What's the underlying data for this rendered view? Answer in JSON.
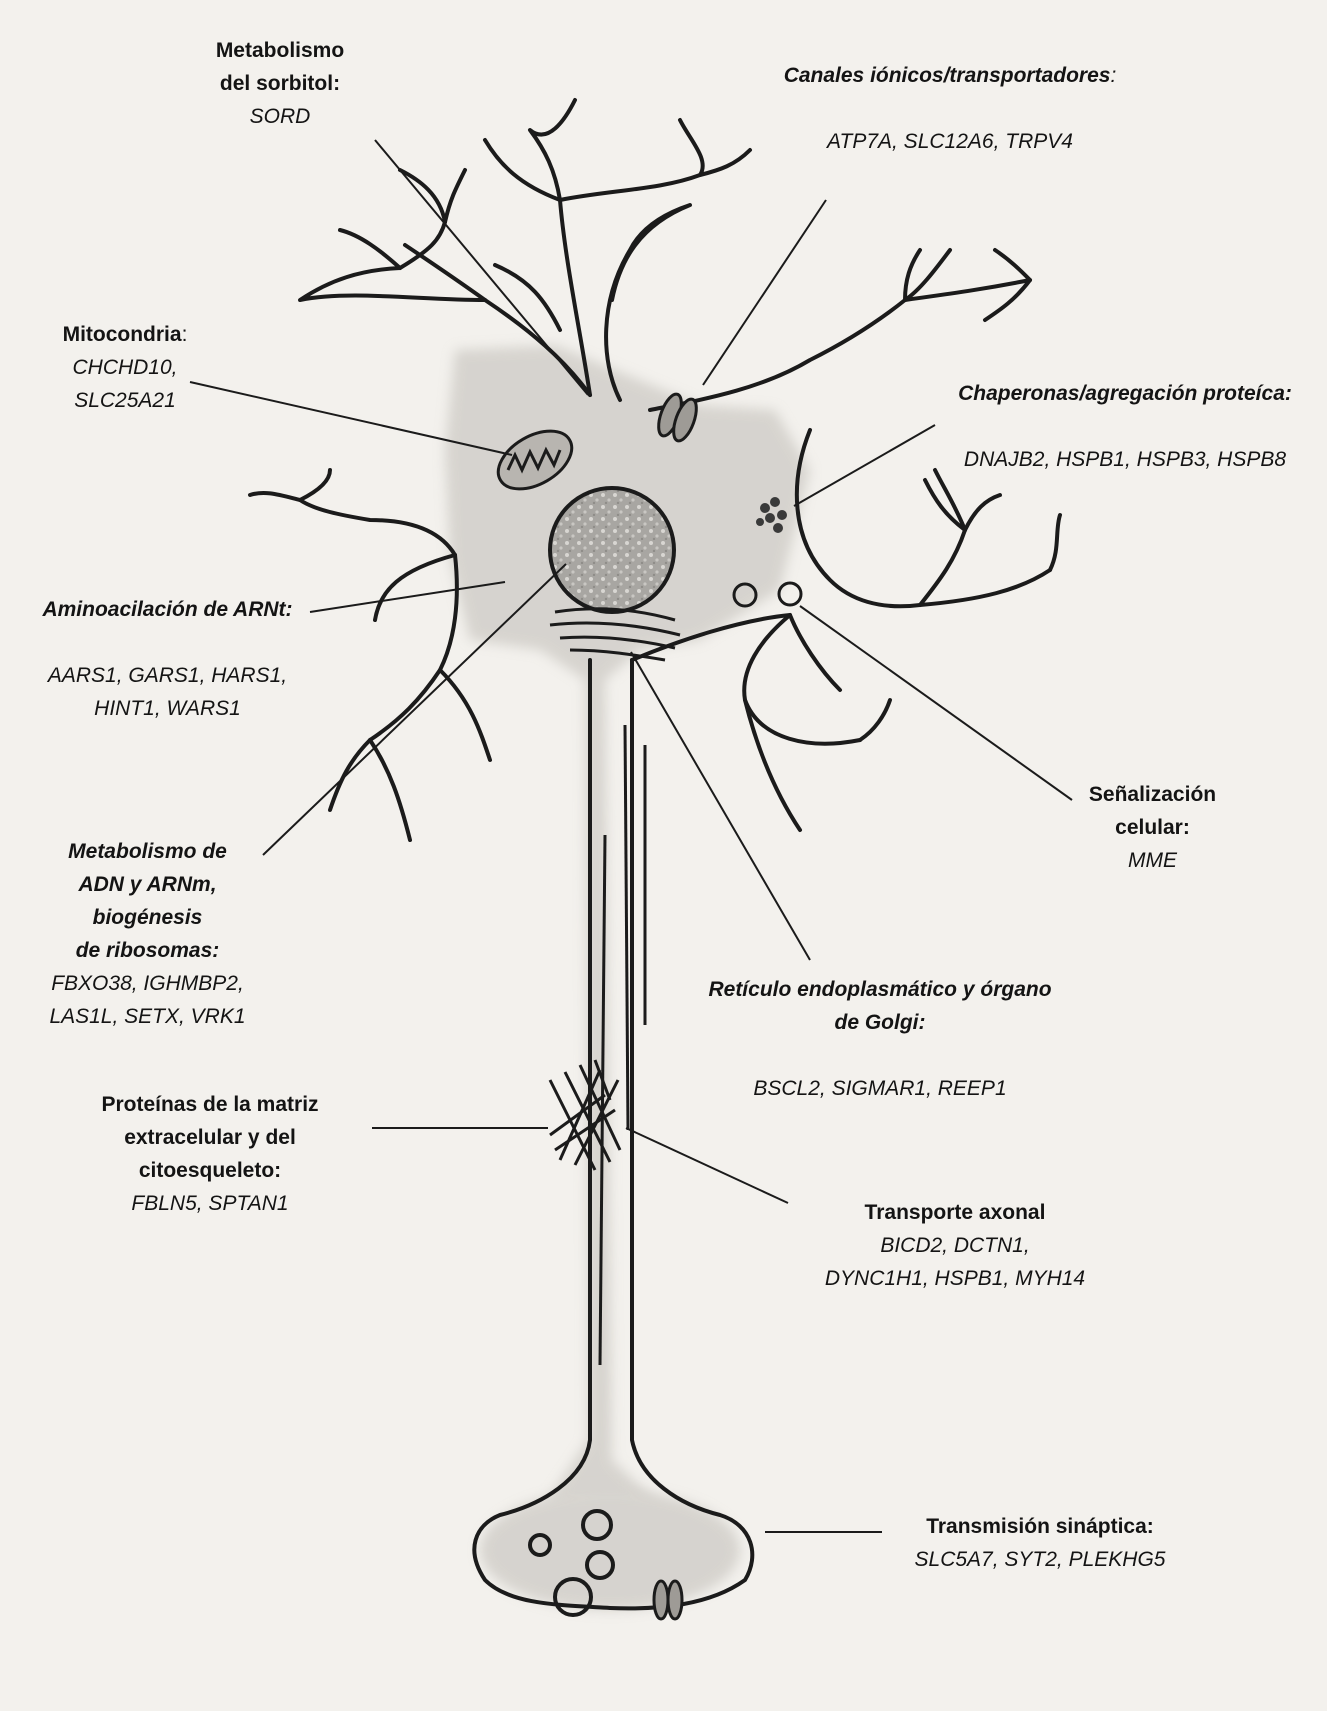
{
  "labels": {
    "sorbitol": {
      "title": "Metabolismo",
      "title2": "del sorbitol:",
      "genes": "SORD"
    },
    "channels": {
      "title": "Canales iónicos/transportadores",
      "punct": ":",
      "genes": "ATP7A, SLC12A6, TRPV4"
    },
    "mito": {
      "title": "Mitocondria",
      "punct": ":",
      "genes1": "CHCHD10,",
      "genes2": "SLC25A21"
    },
    "chaperones": {
      "title": "Chaperonas/agregación proteíca:",
      "genes": "DNAJB2, HSPB1, HSPB3, HSPB8"
    },
    "trna": {
      "title": "Aminoacilación de ARNt:",
      "genes1": "AARS1, GARS1, HARS1,",
      "genes2": "HINT1, WARS1"
    },
    "signaling": {
      "title": "Señalización",
      "title2": "celular:",
      "genes": "MME"
    },
    "dna": {
      "t1": "Metabolismo de",
      "t2": "ADN y ARNm,",
      "t3": "biogénesis",
      "t4": "de ribosomas:",
      "genes1": "FBXO38, IGHMBP2,",
      "genes2": "LAS1L, SETX, VRK1"
    },
    "er_golgi": {
      "title": "Retículo endoplasmático y órgano",
      "title2": "de Golgi:",
      "genes": "BSCL2, SIGMAR1, REEP1"
    },
    "ecm": {
      "t1": "Proteínas de la matriz",
      "t2": "extracelular y del",
      "t3": "citoesqueleto:",
      "genes": "FBLN5, SPTAN1"
    },
    "axonal": {
      "title": "Transporte axonal",
      "genes1": "BICD2, DCTN1,",
      "genes2": "DYNC1H1, HSPB1, MYH14"
    },
    "synaptic": {
      "title": "Transmisión sináptica:",
      "genes": "SLC5A7, SYT2, PLEKHG5"
    }
  },
  "colors": {
    "background": "#f3f1ed",
    "ink": "#1a1a1a",
    "shading": "#c9c6c1",
    "nucleus": "#a9a7a3"
  }
}
